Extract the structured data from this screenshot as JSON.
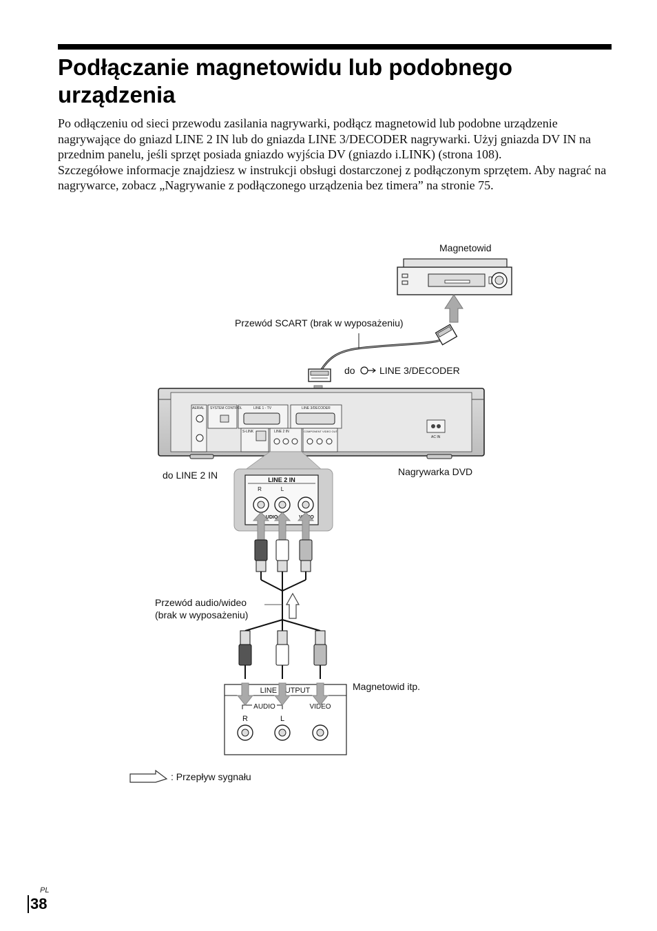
{
  "heading": "Podłączanie magnetowidu lub podobnego urządzenia",
  "paragraphs": [
    "Po odłączeniu od sieci przewodu zasilania nagrywarki, podłącz magnetowid lub podobne urządzenie nagrywające do gniazd LINE 2 IN lub do gniazda LINE 3/DECODER nagrywarki. Użyj gniazda DV IN na przednim panelu, jeśli sprzęt posiada gniazdo wyjścia DV (gniazdo i.LINK) (strona 108).",
    "Szczegółowe informacje znajdziesz w instrukcji obsługi dostarczonej z podłączonym sprzętem. Aby nagrać na nagrywarce, zobacz „Nagrywanie z podłączonego urządzenia bez timera” na stronie 75."
  ],
  "diagram": {
    "label_vcr_top": "Magnetowid",
    "label_scart": "Przewód SCART (brak w wyposażeniu)",
    "label_line3_prefix": "do",
    "label_line3": "LINE 3/DECODER",
    "label_line2in": "do LINE 2 IN",
    "label_recorder": "Nagrywarka DVD",
    "label_av_cable_1": "Przewód audio/wideo",
    "label_av_cable_2": "(brak w wyposażeniu)",
    "label_vcr_bottom": "Magnetowid itp.",
    "label_signal_flow": ": Przepływ sygnału",
    "panel": {
      "title": "LINE 2 IN",
      "r": "R",
      "l": "L",
      "audio": "AUDIO",
      "video": "VIDEO"
    },
    "output_panel": {
      "title": "LINE OUTPUT",
      "audio": "AUDIO",
      "video": "VIDEO",
      "r": "R",
      "l": "L"
    },
    "rear": {
      "aerial": "AERIAL",
      "system_control": "SYSTEM CONTROL",
      "line1_tv": "LINE 1 - TV",
      "line3_decoder": "LINE 3/DECODER",
      "line2_in": "LINE 2 IN",
      "component_video_out": "COMPONENT VIDEO OUT",
      "s_link": "S-LINK",
      "ac_in": "AC IN"
    }
  },
  "footer": {
    "lang": "PL",
    "page_number": "38"
  }
}
